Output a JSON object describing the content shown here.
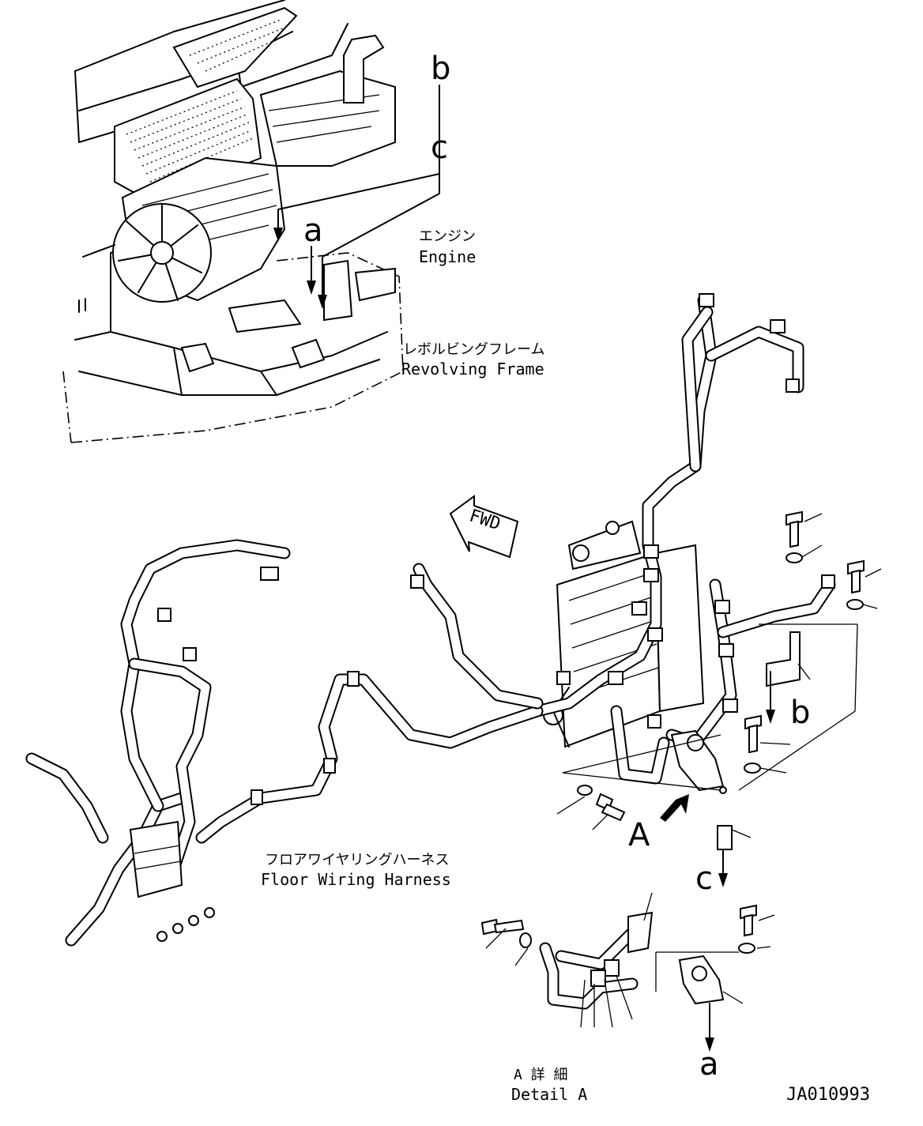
{
  "labels": {
    "engine_jp": "エンジン",
    "engine_en": "Engine",
    "frame_jp": "レボルビングフレーム",
    "frame_en": "Revolving Frame",
    "harness_jp": "フロアワイヤリングハーネス",
    "harness_en": "Floor Wiring Harness",
    "detail_jp": "A 詳 細",
    "detail_en": "Detail A",
    "fwd": "FWD",
    "drawing_no": "JA010993"
  },
  "callouts": {
    "a_top": "a",
    "b_top": "b",
    "c_top": "c",
    "b_right": "b",
    "c_right": "c",
    "view_a": "A",
    "a_detail": "a"
  }
}
